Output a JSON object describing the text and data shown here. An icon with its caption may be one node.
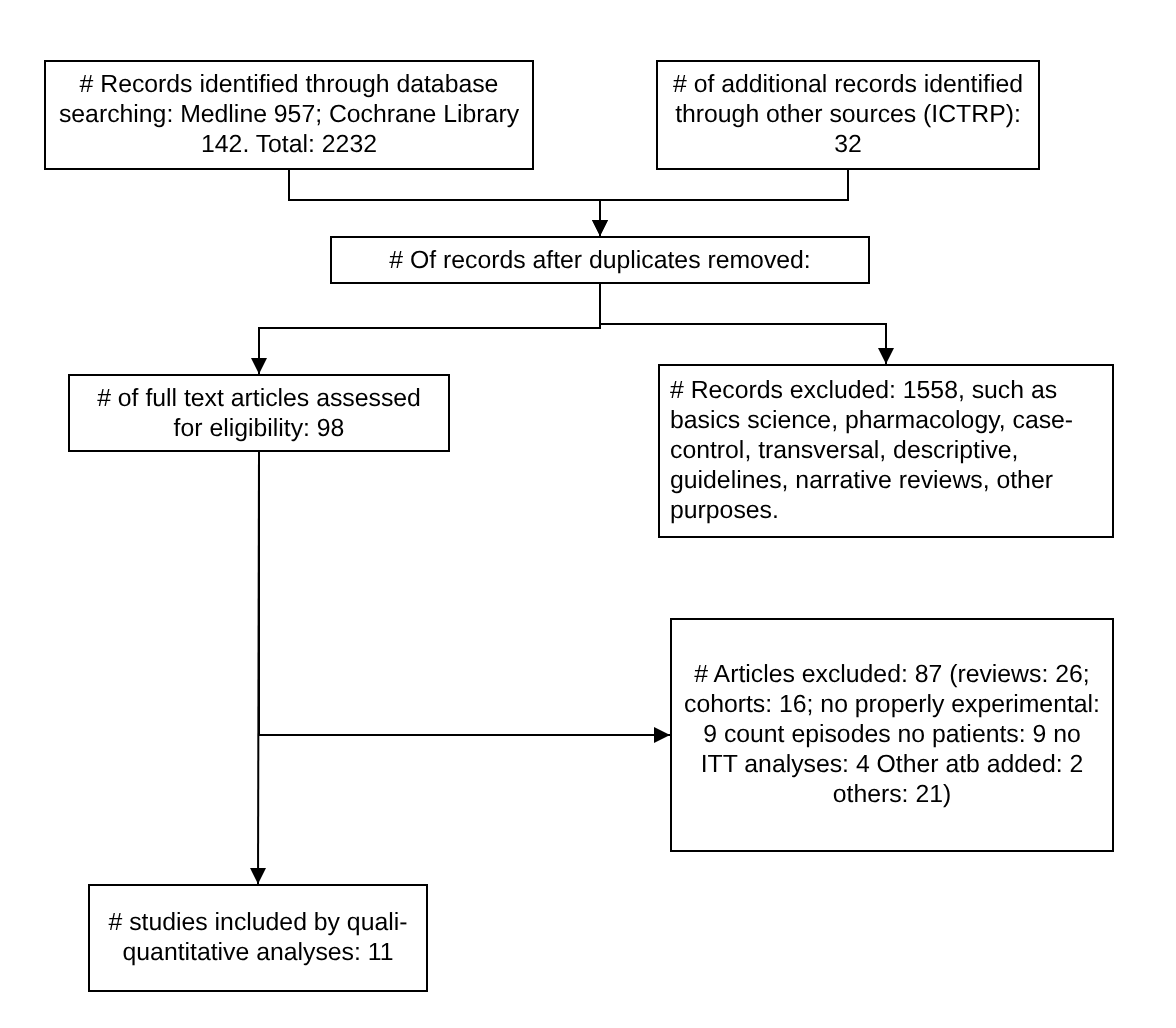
{
  "diagram": {
    "nodes": [
      {
        "text": [
          "# Records identified through database searching: Medline 957; Cochrane Library 142. Total: 2232"
        ]
      },
      {
        "text": [
          "# of additional records identified through other sources (ICTRP): 32"
        ]
      },
      {
        "text": [
          "# Of records after duplicates removed:"
        ]
      },
      {
        "text": [
          "# of full text articles assessed for eligibility: 98"
        ]
      },
      {
        "text": [
          "# Records excluded: 1558, such as basics science, pharmacology, case-control, transversal, descriptive, guidelines, narrative reviews, other purposes."
        ]
      },
      {
        "text": [
          "# Articles excluded: 87 (reviews: 26; cohorts: 16; no properly experimental: 9 count episodes no patients: 9 no ITT analyses: 4 Other atb added: 2 others: 21)"
        ]
      },
      {
        "text": [
          "# studies included by quali-quantitative analyses: 11"
        ]
      }
    ],
    "edges": [
      {
        "from": 0,
        "to": 2,
        "arrow": "to"
      },
      {
        "from": 1,
        "to": 2,
        "arrow": "to"
      },
      {
        "from": 2,
        "to": 3,
        "arrow": "to"
      },
      {
        "from": 2,
        "to": 4,
        "arrow": "to"
      },
      {
        "from": 3,
        "to": 5,
        "arrow": "to"
      },
      {
        "from": 3,
        "to": 6,
        "arrow": "to"
      }
    ]
  }
}
